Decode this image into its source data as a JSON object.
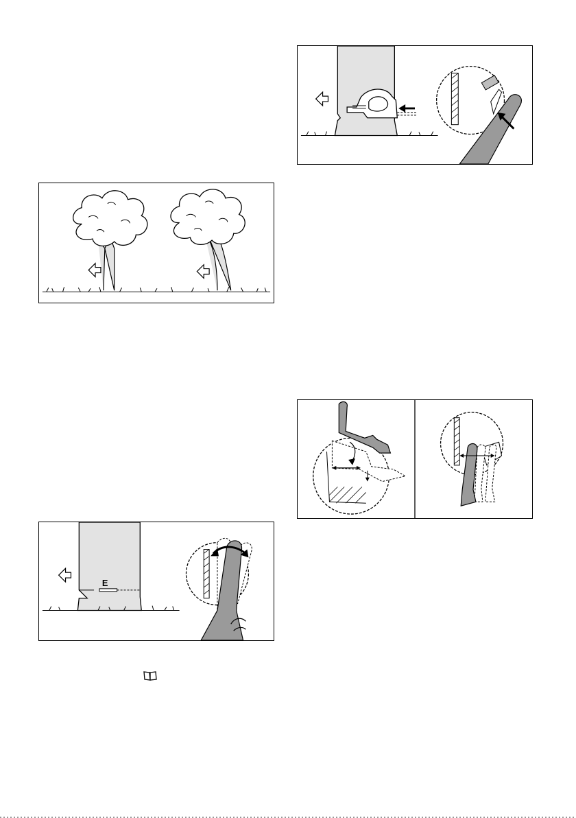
{
  "page": {
    "figures": [
      {
        "id": "tree-lean",
        "caption": ""
      },
      {
        "id": "notch-cut",
        "caption": ""
      },
      {
        "id": "felling-wedge",
        "caption": ""
      },
      {
        "id": "plunge-cut",
        "caption": ""
      }
    ],
    "labels": {
      "hinge_mark": "E"
    },
    "icons": {
      "reference": "book-icon"
    },
    "colors": {
      "trunk_fill": "#e3e3e3",
      "blade_fill": "#9a9a9a",
      "line": "#000000"
    }
  }
}
